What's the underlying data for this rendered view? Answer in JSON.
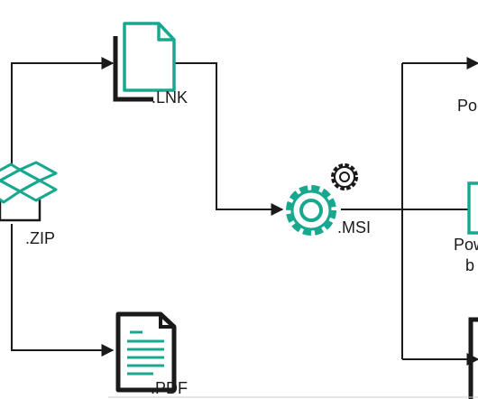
{
  "colors": {
    "accent": "#18a88f",
    "line": "#1a1a1a",
    "background": "#ffffff"
  },
  "nodes": {
    "zip": {
      "label": ".ZIP",
      "icon": "zip-archive-icon"
    },
    "lnk": {
      "label": ".LNK",
      "icon": "lnk-file-icon"
    },
    "pdf": {
      "label": ".PDF",
      "icon": "pdf-document-icon"
    },
    "msi": {
      "label": ".MSI",
      "icon": "msi-gear-icon",
      "secondary_icon": "small-gear-icon"
    },
    "right_top": {
      "label": "Po"
    },
    "right_mid": {
      "line1": "Pow",
      "line2": "b"
    }
  }
}
